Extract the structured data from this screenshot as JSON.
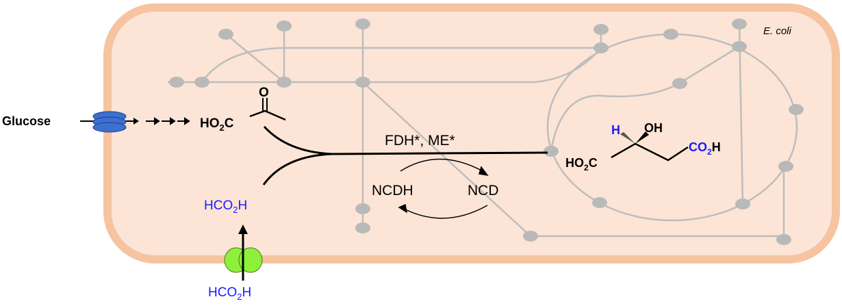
{
  "organism": "E. coli",
  "substrate": "Glucose",
  "pyruvate": {
    "formula_main": "HO",
    "sub": "2",
    "tail": "C",
    "carbonyl": "O"
  },
  "formate_inside": {
    "a": "HCO",
    "sub": "2",
    "b": "H"
  },
  "formate_outside": {
    "a": "HCO",
    "sub": "2",
    "b": "H"
  },
  "enzymes": "FDH*, ME*",
  "cofactor_reduced": "NCDH",
  "cofactor_oxidized": "NCD",
  "malate": {
    "h": "H",
    "oh": "OH",
    "left_a": "HO",
    "left_sub": "2",
    "left_b": "C",
    "right_a": "CO",
    "right_sub": "2",
    "right_b": "H"
  },
  "colors": {
    "membrane": "#f6c4a1",
    "cytoplasm": "#fce5d6",
    "network": "#bdbdbd",
    "formate": "#1a1aff",
    "glucose_transporter": "#3d6fd1",
    "formate_transporter": "#8ef03a"
  }
}
